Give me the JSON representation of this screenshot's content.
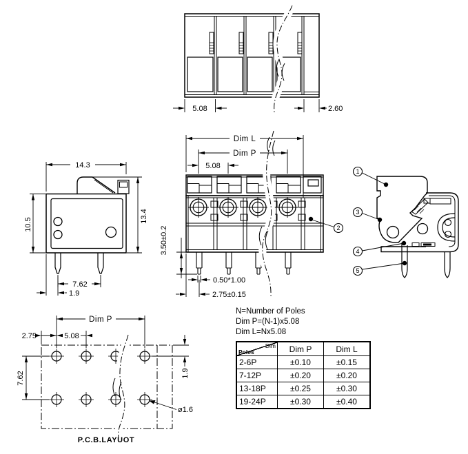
{
  "colors": {
    "line": "#000000",
    "background": "#ffffff"
  },
  "top_view": {
    "pitch": "5.08",
    "end_width": "2.60"
  },
  "side_view": {
    "width": "14.3",
    "body_height": "10.5",
    "total_height": "13.4",
    "pin_pitch": "7.62",
    "pin_offset": "1.9"
  },
  "front_view": {
    "length_label": "Dim L",
    "pitch_label": "Dim P",
    "pitch": "5.08",
    "pin_length": "3.50±0.2",
    "pin_section": "0.50*1.00",
    "pin_edge_offset": "2.75±0.15"
  },
  "profile_view": {
    "callouts": {
      "c1": "1",
      "c2": "2",
      "c3": "3",
      "c4": "4",
      "c5": "5"
    }
  },
  "pcb_layout": {
    "pitch_label": "Dim P",
    "edge_offset": "2.75",
    "pitch": "5.08",
    "row_pitch": "7.62",
    "top_offset": "1.9",
    "hole_diameter": "ø1.6",
    "caption": "P.C.B.LAYUOT"
  },
  "notes": {
    "line1": "N=Number of Poles",
    "line2": "Dim P=(N-1)x5.08",
    "line3": "Dim L=Nx5.08"
  },
  "tolerance_table": {
    "corner_top": "Dim",
    "corner_bottom": "Poles",
    "col_dim_p": "Dim P",
    "col_dim_l": "Dim L",
    "rows": [
      {
        "poles": "2-6P",
        "dim_p": "±0.10",
        "dim_l": "±0.15"
      },
      {
        "poles": "7-12P",
        "dim_p": "±0.20",
        "dim_l": "±0.20"
      },
      {
        "poles": "13-18P",
        "dim_p": "±0.25",
        "dim_l": "±0.30"
      },
      {
        "poles": "19-24P",
        "dim_p": "±0.30",
        "dim_l": "±0.40"
      }
    ]
  }
}
